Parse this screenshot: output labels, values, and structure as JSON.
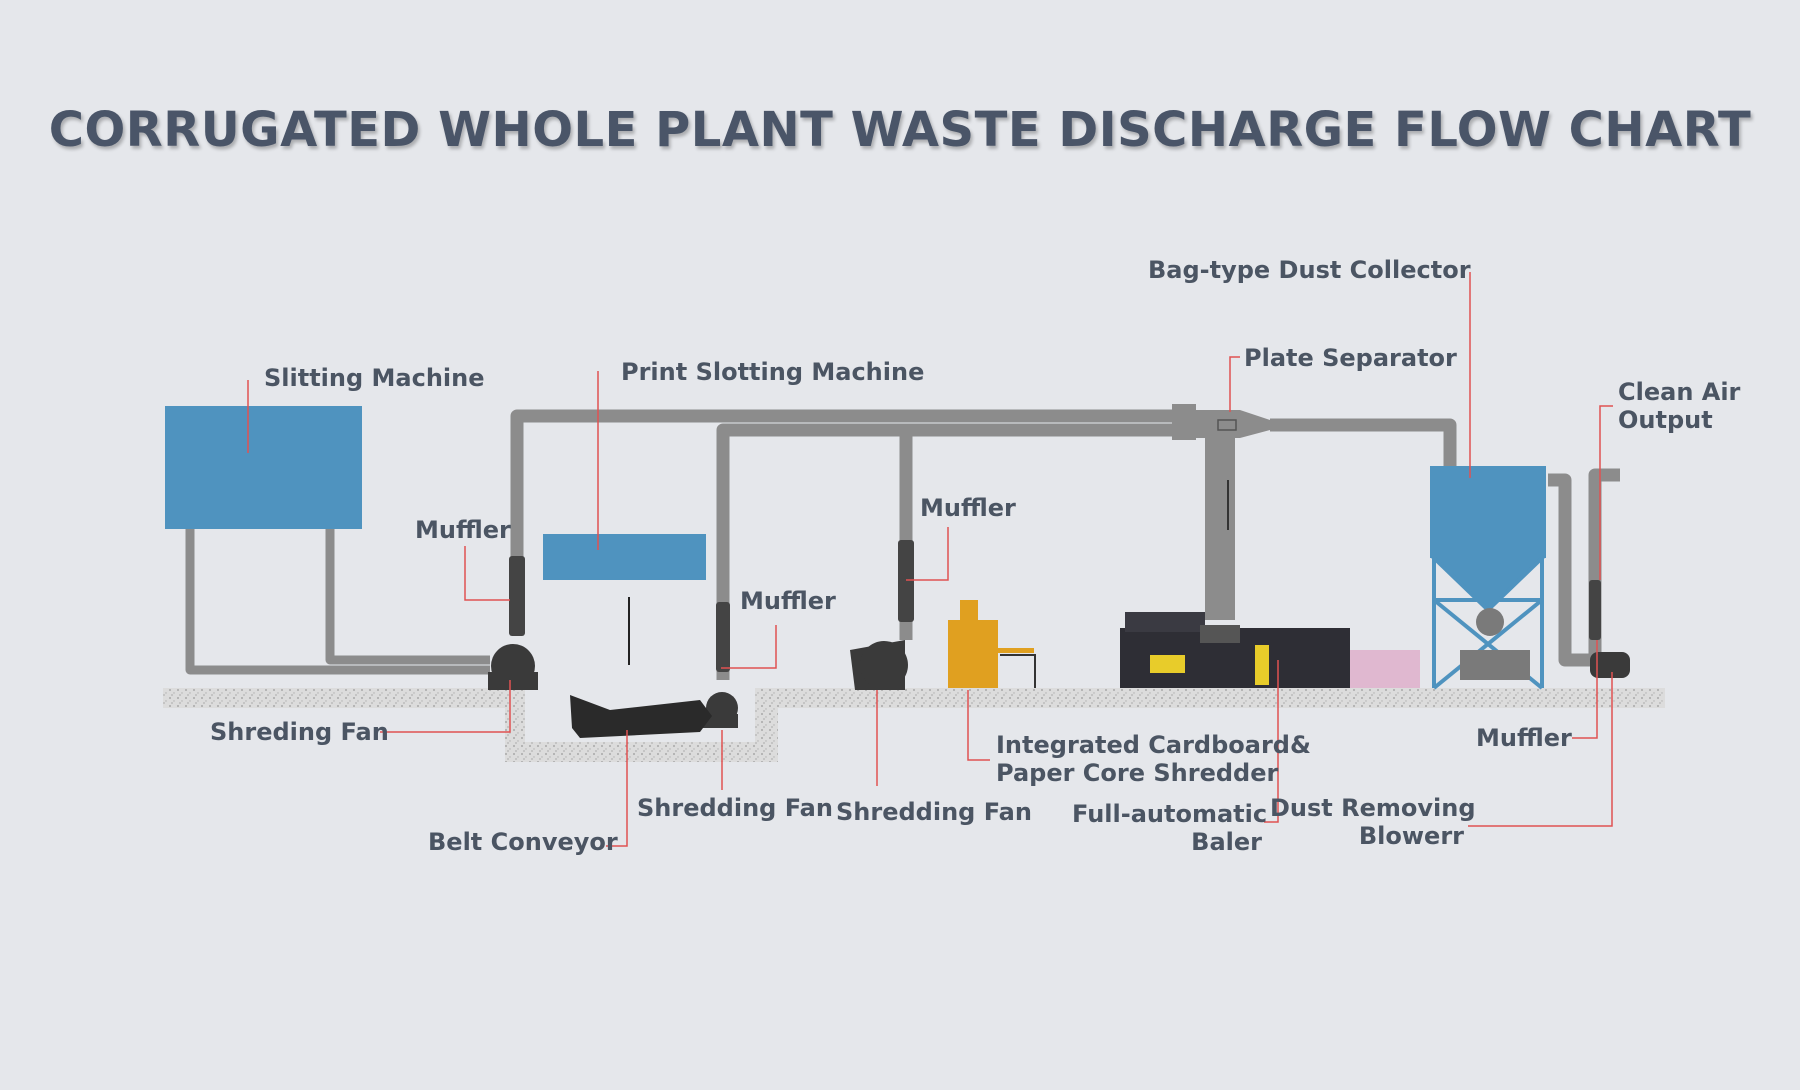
{
  "title": "CORRUGATED WHOLE PLANT WASTE DISCHARGE FLOW CHART",
  "labels": {
    "slitting_machine": "Slitting Machine",
    "print_slotting_machine": "Print Slotting Machine",
    "muffler_1": "Muffler",
    "muffler_2": "Muffler",
    "muffler_3": "Muffler",
    "muffler_4": "Muffler",
    "shreding_fan": "Shreding Fan",
    "belt_conveyor": "Belt Conveyor",
    "shredding_fan_1": "Shredding Fan",
    "shredding_fan_2": "Shredding Fan",
    "integrated_shredder_line1": "Integrated Cardboard&",
    "integrated_shredder_line2": "Paper Core Shredder",
    "baler_line1": "Full-automatic",
    "baler_line2": "Baler",
    "bag_dust_collector": "Bag-type Dust Collector",
    "plate_separator": "Plate Separator",
    "clean_air_line1": "Clean Air",
    "clean_air_line2": "Output",
    "dust_blower_line1": "Dust Removing",
    "dust_blower_line2": "Blowerr"
  },
  "colors": {
    "machine_blue": "#4f93bf",
    "pipe_gray": "#8c8c8c",
    "leader_red": "#e05252",
    "text": "#4b5563",
    "shredder_orange": "#e0a020",
    "baler_yellow": "#e8cc2a"
  }
}
